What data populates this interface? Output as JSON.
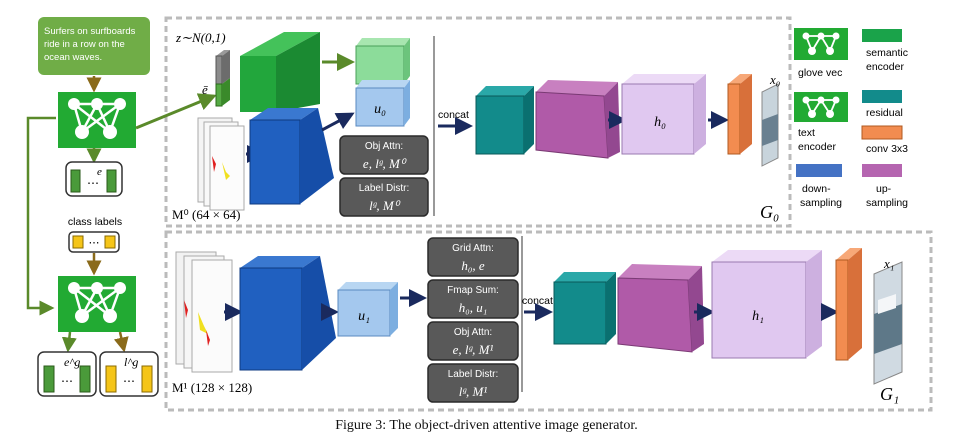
{
  "text_input": "Surfers on surfboards ride in a row on the ocean waves.",
  "class_labels_title": "class labels",
  "word_vec_symbol": "e",
  "word_vec_g_symbol": "e^g",
  "label_vec_g_symbol": "l^g",
  "noise_label": "z∼N(0,1)",
  "ebar_label": "ē",
  "stage0": {
    "layout_label": "M⁰ (64 × 64)",
    "u_label": "u₀",
    "concat_label": "concat",
    "h_label": "h₀",
    "x_label": "x₀",
    "g_label": "G₀",
    "boxes": [
      {
        "title": "Obj Attn:",
        "formula": "e, lᵍ, M⁰"
      },
      {
        "title": "Label Distr:",
        "formula": "lᵍ, M⁰"
      }
    ]
  },
  "stage1": {
    "layout_label": "M¹ (128 × 128)",
    "u_label": "u₁",
    "concat_label": "concat",
    "h_label": "h₁",
    "x_label": "x₁",
    "g_label": "G₁",
    "boxes": [
      {
        "title": "Grid Attn:",
        "formula": "h₀, e"
      },
      {
        "title": "Fmap Sum:",
        "formula": "h₀, u₁"
      },
      {
        "title": "Obj Attn:",
        "formula": "e, lᵍ, M¹"
      },
      {
        "title": "Label Distr:",
        "formula": "lᵍ, M¹"
      }
    ]
  },
  "legend": [
    {
      "label": "glove vec",
      "kind": "network-icon"
    },
    {
      "label": "semantic encoder",
      "color": "#22aa55"
    },
    {
      "label": "text encoder",
      "kind": "network-icon"
    },
    {
      "label": "residual",
      "color": "#0e8a8a"
    },
    {
      "label": "down-sampling",
      "color": "#4472c4"
    },
    {
      "label": "conv 3x3",
      "color": "#f0894a"
    },
    {
      "label": "up-sampling",
      "color": "#b565b0"
    }
  ],
  "caption": "Figure 3: The object-driven attentive image generator.",
  "colors": {
    "green_block": "#33b34d",
    "encoder_green": "#1aa34a",
    "residual": "#128b8b",
    "upsampling": "#b05aa8",
    "h_block": "#e0c8f0",
    "conv": "#f28c50",
    "down_block": "#1f63c4",
    "u_block": "#8ab8e6",
    "arrow": "#1a2a5e",
    "side_arrow": "#5a8a2a"
  }
}
